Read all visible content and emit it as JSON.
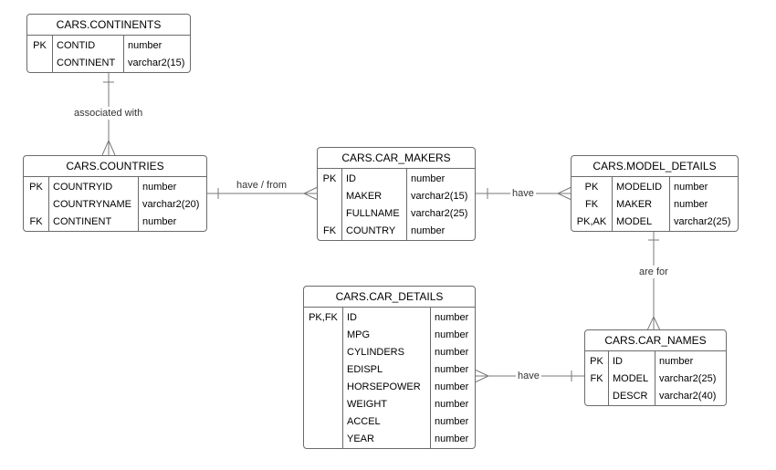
{
  "entities": {
    "continents": {
      "title": "CARS.CONTINENTS",
      "rows": [
        {
          "key": "PK",
          "name": "CONTID",
          "type": "number"
        },
        {
          "key": "",
          "name": "CONTINENT",
          "type": "varchar2(15)"
        }
      ]
    },
    "countries": {
      "title": "CARS.COUNTRIES",
      "rows": [
        {
          "key": "PK",
          "name": "COUNTRYID",
          "type": "number"
        },
        {
          "key": "",
          "name": "COUNTRYNAME",
          "type": "varchar2(20)"
        },
        {
          "key": "FK",
          "name": "CONTINENT",
          "type": "number"
        }
      ]
    },
    "car_makers": {
      "title": "CARS.CAR_MAKERS",
      "rows": [
        {
          "key": "PK",
          "name": "ID",
          "type": "number"
        },
        {
          "key": "",
          "name": "MAKER",
          "type": "varchar2(15)"
        },
        {
          "key": "",
          "name": "FULLNAME",
          "type": "varchar2(25)"
        },
        {
          "key": "FK",
          "name": "COUNTRY",
          "type": "number"
        }
      ]
    },
    "model_details": {
      "title": "CARS.MODEL_DETAILS",
      "rows": [
        {
          "key": "PK",
          "name": "MODELID",
          "type": "number"
        },
        {
          "key": "FK",
          "name": "MAKER",
          "type": "number"
        },
        {
          "key": "PK,AK",
          "name": "MODEL",
          "type": "varchar2(25)"
        }
      ]
    },
    "car_details": {
      "title": "CARS.CAR_DETAILS",
      "rows": [
        {
          "key": "PK,FK",
          "name": "ID",
          "type": "number"
        },
        {
          "key": "",
          "name": "MPG",
          "type": "number"
        },
        {
          "key": "",
          "name": "CYLINDERS",
          "type": "number"
        },
        {
          "key": "",
          "name": "EDISPL",
          "type": "number"
        },
        {
          "key": "",
          "name": "HORSEPOWER",
          "type": "number"
        },
        {
          "key": "",
          "name": "WEIGHT",
          "type": "number"
        },
        {
          "key": "",
          "name": "ACCEL",
          "type": "number"
        },
        {
          "key": "",
          "name": "YEAR",
          "type": "number"
        }
      ]
    },
    "car_names": {
      "title": "CARS.CAR_NAMES",
      "rows": [
        {
          "key": "PK",
          "name": "ID",
          "type": "number"
        },
        {
          "key": "FK",
          "name": "MODEL",
          "type": "varchar2(25)"
        },
        {
          "key": "",
          "name": "DESCR",
          "type": "varchar2(40)"
        }
      ]
    }
  },
  "relationships": {
    "continents_countries": {
      "label": "associated with"
    },
    "countries_car_makers": {
      "label": "have / from"
    },
    "car_makers_model_details": {
      "label": "have"
    },
    "model_details_car_names": {
      "label": "are for"
    },
    "car_details_car_names": {
      "label": "have"
    }
  },
  "colors": {
    "border": "#6b6b6b",
    "line": "#7a7a7a"
  }
}
